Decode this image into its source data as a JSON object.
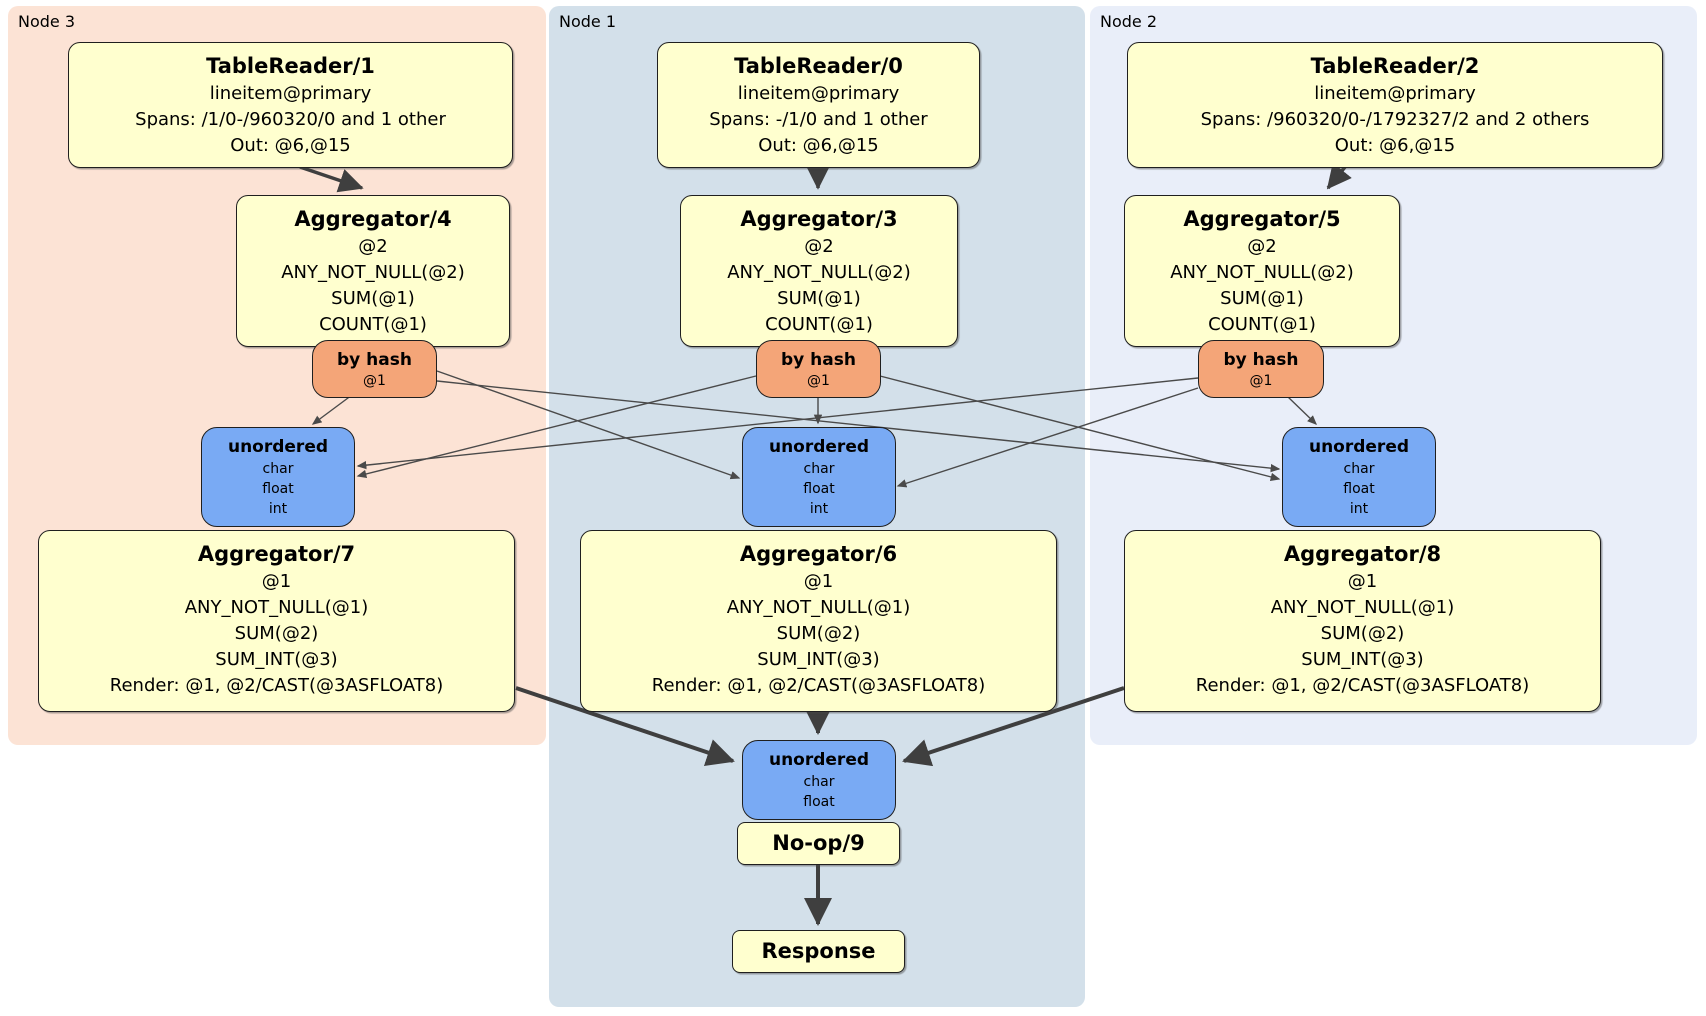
{
  "diagram": {
    "panels": [
      {
        "label": "Node 3",
        "tablereader": {
          "title": "TableReader/1",
          "lines": [
            "lineitem@primary",
            "Spans: /1/0-/960320/0 and 1 other",
            "Out: @6,@15"
          ]
        },
        "agg_top": {
          "title": "Aggregator/4",
          "lines": [
            "@2",
            "ANY_NOT_NULL(@2)",
            "SUM(@1)",
            "COUNT(@1)"
          ]
        },
        "router": {
          "title": "by hash",
          "lines": [
            "@1"
          ]
        },
        "sync": {
          "title": "unordered",
          "lines": [
            "char",
            "float",
            "int"
          ]
        },
        "agg_bottom": {
          "title": "Aggregator/7",
          "lines": [
            "@1",
            "ANY_NOT_NULL(@1)",
            "SUM(@2)",
            "SUM_INT(@3)",
            "Render: @1, @2/CAST(@3ASFLOAT8)"
          ]
        }
      },
      {
        "label": "Node 1",
        "tablereader": {
          "title": "TableReader/0",
          "lines": [
            "lineitem@primary",
            "Spans: -/1/0 and 1 other",
            "Out: @6,@15"
          ]
        },
        "agg_top": {
          "title": "Aggregator/3",
          "lines": [
            "@2",
            "ANY_NOT_NULL(@2)",
            "SUM(@1)",
            "COUNT(@1)"
          ]
        },
        "router": {
          "title": "by hash",
          "lines": [
            "@1"
          ]
        },
        "sync": {
          "title": "unordered",
          "lines": [
            "char",
            "float",
            "int"
          ]
        },
        "agg_bottom": {
          "title": "Aggregator/6",
          "lines": [
            "@1",
            "ANY_NOT_NULL(@1)",
            "SUM(@2)",
            "SUM_INT(@3)",
            "Render: @1, @2/CAST(@3ASFLOAT8)"
          ]
        }
      },
      {
        "label": "Node 2",
        "tablereader": {
          "title": "TableReader/2",
          "lines": [
            "lineitem@primary",
            "Spans: /960320/0-/1792327/2 and 2 others",
            "Out: @6,@15"
          ]
        },
        "agg_top": {
          "title": "Aggregator/5",
          "lines": [
            "@2",
            "ANY_NOT_NULL(@2)",
            "SUM(@1)",
            "COUNT(@1)"
          ]
        },
        "router": {
          "title": "by hash",
          "lines": [
            "@1"
          ]
        },
        "sync": {
          "title": "unordered",
          "lines": [
            "char",
            "float",
            "int"
          ]
        },
        "agg_bottom": {
          "title": "Aggregator/8",
          "lines": [
            "@1",
            "ANY_NOT_NULL(@1)",
            "SUM(@2)",
            "SUM_INT(@3)",
            "Render: @1, @2/CAST(@3ASFLOAT8)"
          ]
        }
      }
    ],
    "output": {
      "sync": {
        "title": "unordered",
        "lines": [
          "char",
          "float"
        ]
      },
      "noop": {
        "title": "No-op/9"
      },
      "response": {
        "title": "Response"
      }
    },
    "colors": {
      "panel_node3": "#fce3d5",
      "panel_node1": "#d3e0ea",
      "panel_node2": "#e9eef9",
      "processor_fill": "#ffffcf",
      "router_fill": "#f4a578",
      "sync_fill": "#79aaf4",
      "edge": "#3f3f3f"
    }
  }
}
